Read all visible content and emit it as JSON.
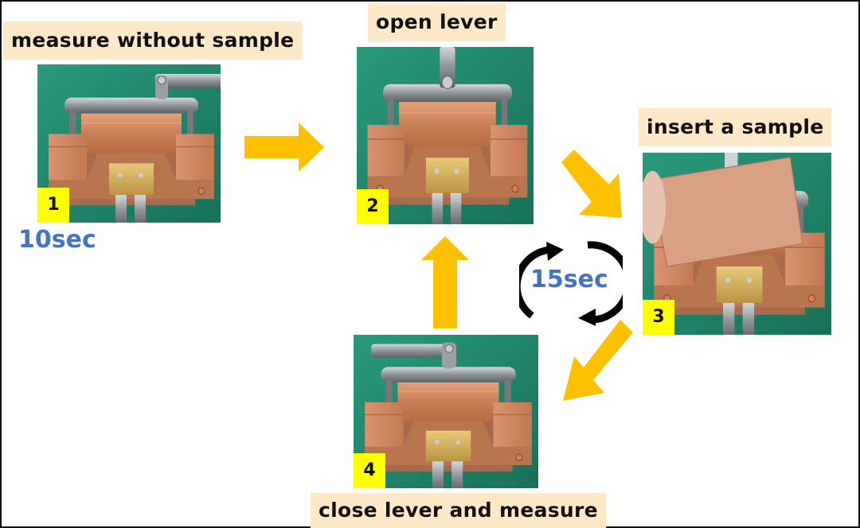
{
  "steps": [
    {
      "number": "1",
      "label": "measure without sample",
      "photo": "fixture-lever-closed-icon"
    },
    {
      "number": "2",
      "label": "open lever",
      "photo": "fixture-lever-open-icon"
    },
    {
      "number": "3",
      "label": "insert a sample",
      "photo": "fixture-sample-insert-icon"
    },
    {
      "number": "4",
      "label": "close lever and measure",
      "photo": "fixture-lever-closed-icon"
    }
  ],
  "timings": {
    "initial": "10sec",
    "cycle": "15sec"
  },
  "colors": {
    "label_bg": "#fde9c8",
    "badge_bg": "#ffff00",
    "arrow": "#ffc000",
    "time_text": "#4472c4",
    "cycle_arrows": "#000000",
    "background_mat": "#1f8a6e",
    "copper": "#d08a62"
  },
  "arrows": [
    {
      "from": "1",
      "to": "2",
      "direction": "right"
    },
    {
      "from": "2",
      "to": "3",
      "direction": "down-right"
    },
    {
      "from": "3",
      "to": "4",
      "direction": "down-left"
    },
    {
      "from": "4",
      "to": "2",
      "direction": "up"
    }
  ]
}
